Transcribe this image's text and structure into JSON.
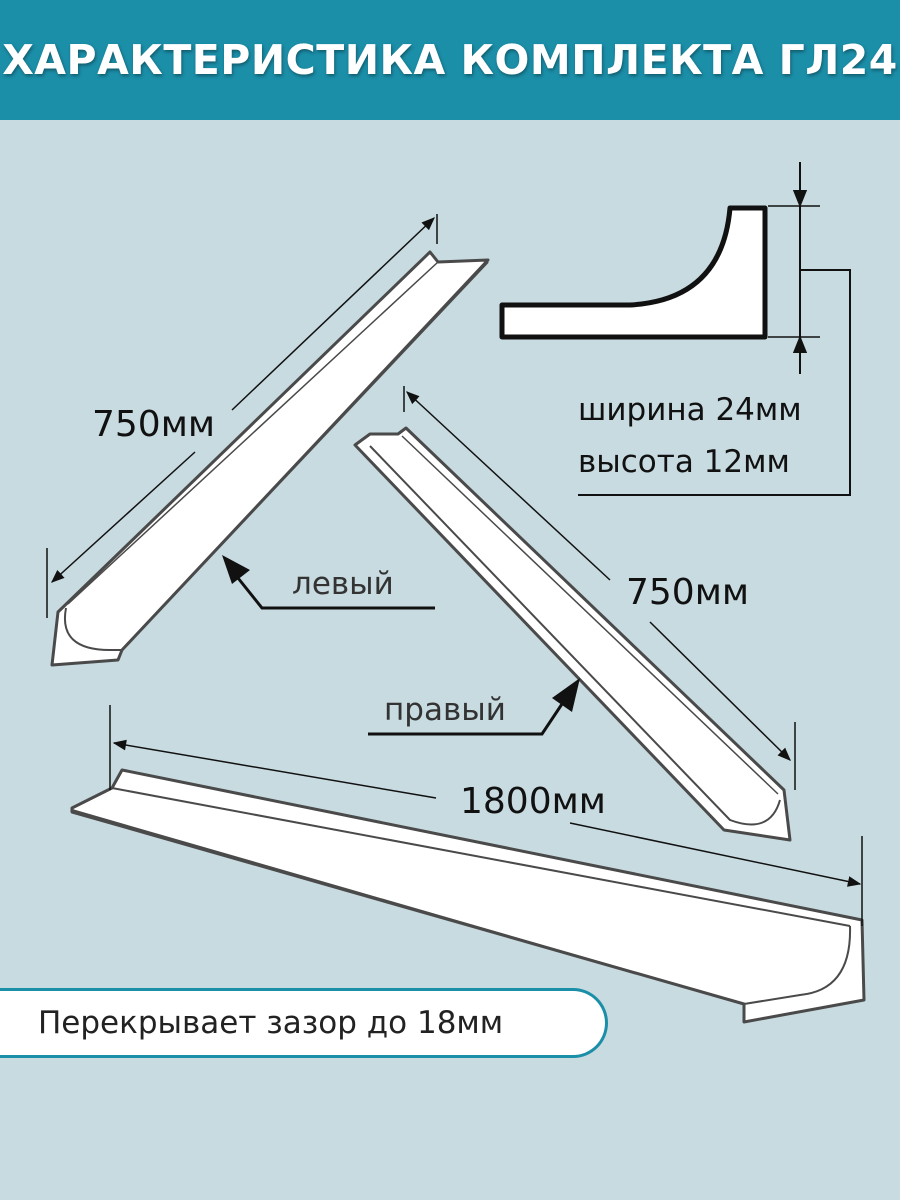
{
  "header": {
    "title": "ХАРАКТЕРИСТИКА КОМПЛЕКТА ГЛ24"
  },
  "labels": {
    "left_length": "750мм",
    "right_length": "750мм",
    "bottom_length": "1800мм",
    "left_piece": "левый",
    "right_piece": "правый",
    "width_spec": "ширина 24мм",
    "height_spec": "высота 12мм"
  },
  "note": {
    "text": "Перекрывает зазор до 18мм"
  },
  "colors": {
    "header_bg": "#1b8ea8",
    "background": "#c8dbe0",
    "outline": "#4a4a4a",
    "profile": "#ffffff",
    "line": "#111111"
  }
}
